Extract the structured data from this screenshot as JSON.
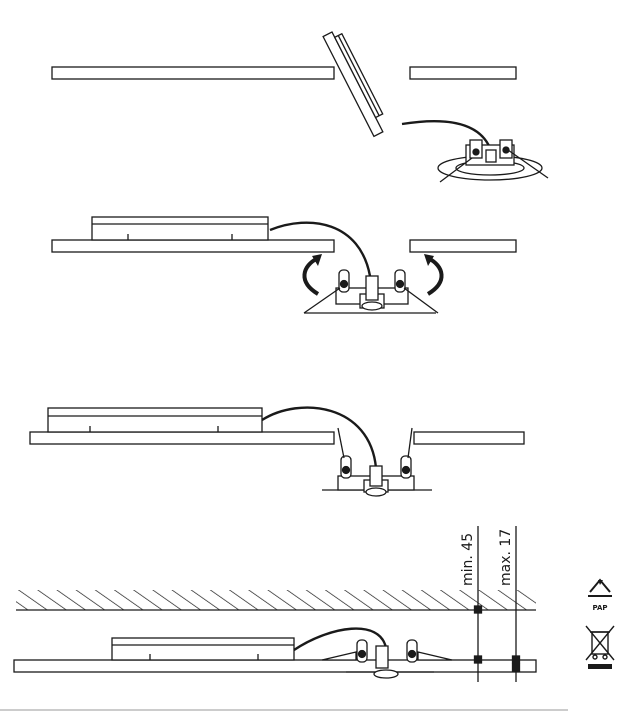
{
  "dimensions": {
    "min_label": "min. 45",
    "max_label": "max. 17"
  },
  "symbols": {
    "recycling_label": "PAP",
    "recycling_icon": "recycling-triangle-icon",
    "weee_icon": "crossed-out-bin-icon"
  },
  "colors": {
    "stroke": "#1a1a1a",
    "fill": "#ffffff",
    "footer_line": "#9a9a9a"
  }
}
